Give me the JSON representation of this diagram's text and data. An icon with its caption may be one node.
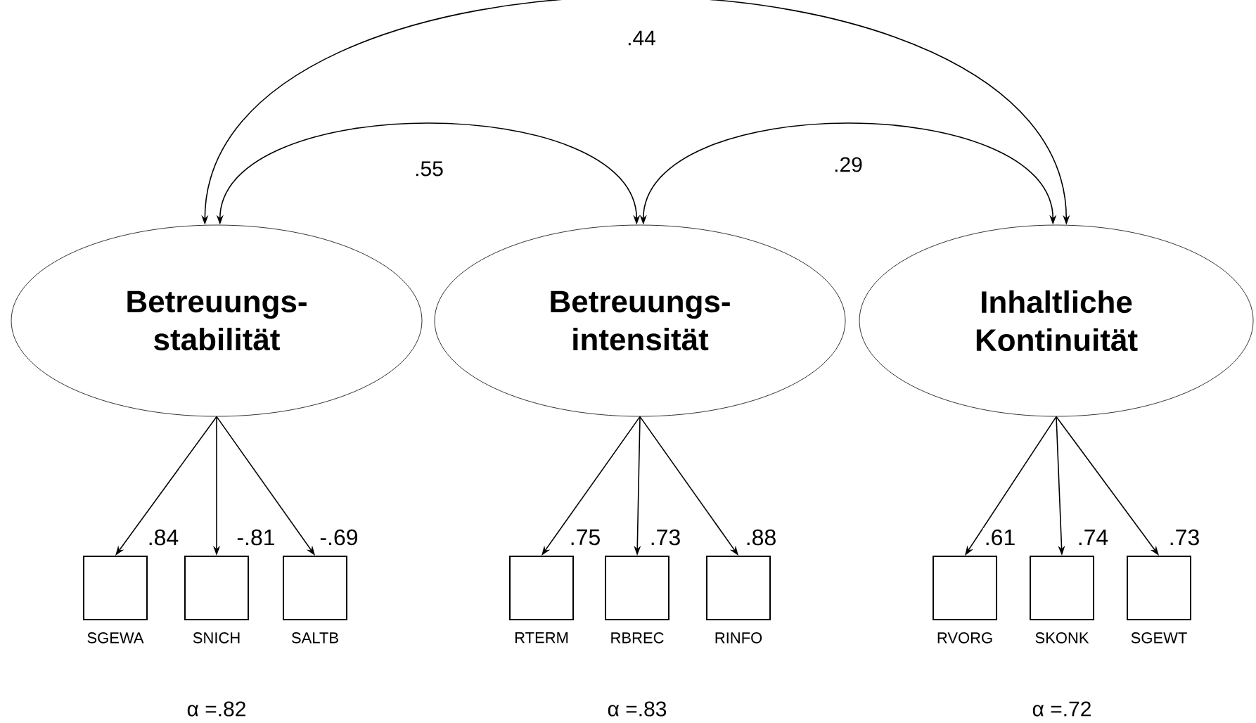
{
  "diagram": {
    "nodes": [
      {
        "text": [
          "Betreuungs- stabilität"
        ]
      },
      {
        "text": [
          "Betreuungs- intensität"
        ]
      },
      {
        "text": [
          "Inhaltliche Kontinuität"
        ]
      },
      {
        "text": [
          "SGEWA"
        ]
      },
      {
        "text": [
          "SNICH"
        ]
      },
      {
        "text": [
          "SALTB"
        ]
      },
      {
        "text": [
          "RTERM"
        ]
      },
      {
        "text": [
          "RBREC"
        ]
      },
      {
        "text": [
          "RINFO"
        ]
      },
      {
        "text": [
          "RVORG"
        ]
      },
      {
        "text": [
          "SKONK"
        ]
      },
      {
        "text": [
          "SGEWT"
        ]
      }
    ],
    "edges": [
      {
        "from": 0,
        "to": 2,
        "arrow": "both",
        "label": ".44"
      },
      {
        "from": 0,
        "to": 1,
        "arrow": "both",
        "label": ".55"
      },
      {
        "from": 1,
        "to": 2,
        "arrow": "both",
        "label": ".29"
      },
      {
        "from": 0,
        "to": 3,
        "arrow": "to",
        "label": ".84"
      },
      {
        "from": 0,
        "to": 4,
        "arrow": "to",
        "label": "-.81"
      },
      {
        "from": 0,
        "to": 5,
        "arrow": "to",
        "label": "-.69"
      },
      {
        "from": 1,
        "to": 6,
        "arrow": "to",
        "label": ".75"
      },
      {
        "from": 1,
        "to": 7,
        "arrow": "to",
        "label": ".73"
      },
      {
        "from": 1,
        "to": 8,
        "arrow": "to",
        "label": ".88"
      },
      {
        "from": 2,
        "to": 9,
        "arrow": "to",
        "label": ".61"
      },
      {
        "from": 2,
        "to": 10,
        "arrow": "to",
        "label": ".74"
      },
      {
        "from": 2,
        "to": 11,
        "arrow": "to",
        "label": ".73"
      }
    ],
    "labels": [
      "α =.82",
      "α =.83",
      "α =.72"
    ]
  }
}
